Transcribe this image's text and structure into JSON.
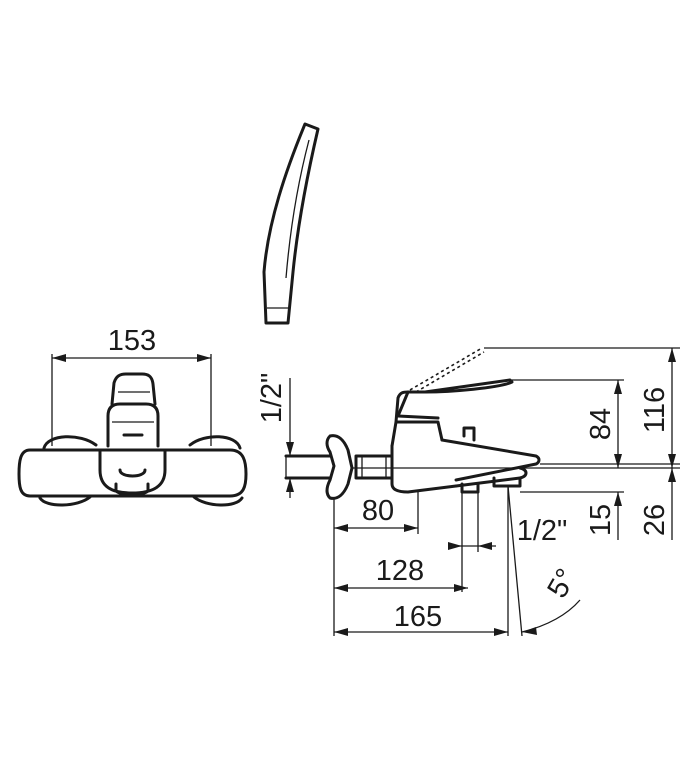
{
  "drawing": {
    "front_view": {
      "width_label": "153"
    },
    "side_view": {
      "labels": {
        "pipe_thread": "1/2\"",
        "spout_thread": "1/2\"",
        "d80": "80",
        "d128": "128",
        "d165": "165",
        "d84": "84",
        "d116": "116",
        "d15": "15",
        "d26": "26",
        "angle": "5°"
      }
    }
  }
}
